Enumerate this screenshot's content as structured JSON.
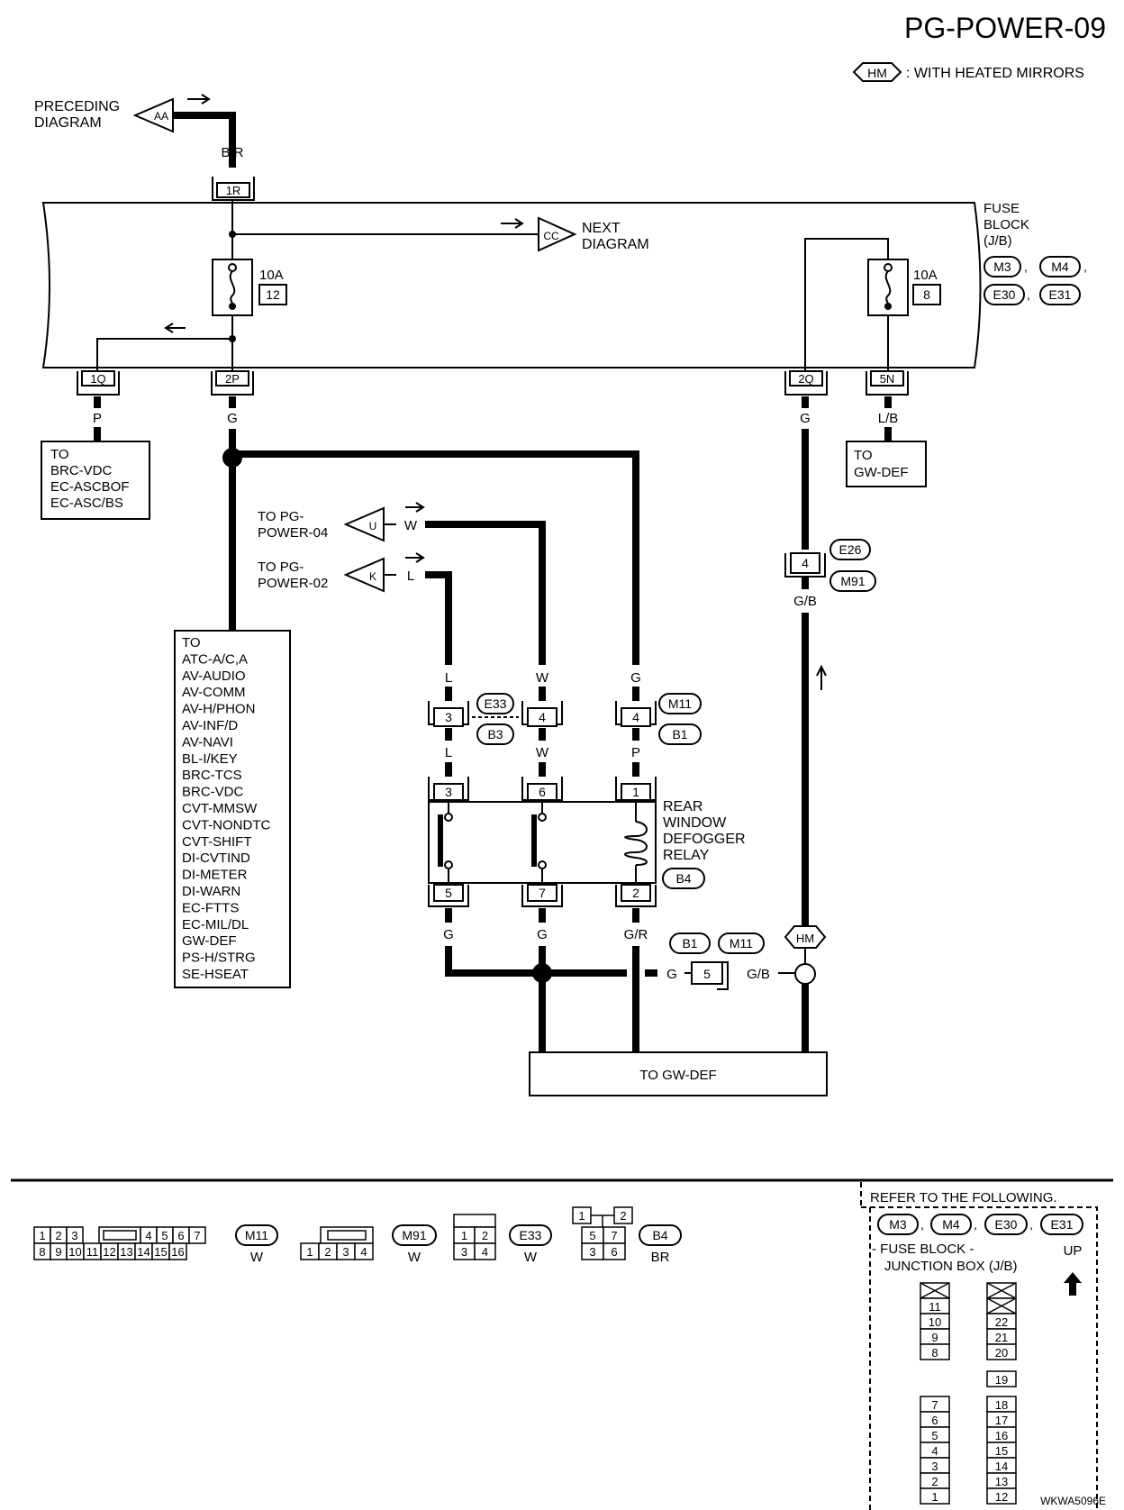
{
  "header": {
    "page_id": "PG-POWER-09",
    "legend_tag": "HM",
    "legend_text": ": WITH HEATED MIRRORS"
  },
  "refs": {
    "preceding_tag": "AA",
    "preceding_line1": "PRECEDING",
    "preceding_line2": "DIAGRAM",
    "next_tag": "CC",
    "next_line1": "NEXT",
    "next_line2": "DIAGRAM",
    "pg04_tag": "U",
    "pg04_line1": "TO PG-",
    "pg04_line2": "POWER-04",
    "pg02_tag": "K",
    "pg02_line1": "TO PG-",
    "pg02_line2": "POWER-02"
  },
  "fuse_block": {
    "title1": "FUSE",
    "title2": "BLOCK",
    "title3": "(J/B)",
    "conn": [
      "M3",
      "M4",
      "E30",
      "E31"
    ],
    "fuse_a_amp": "10A",
    "fuse_a_num": "12",
    "fuse_b_amp": "10A",
    "fuse_b_num": "8",
    "term_1r": "1R",
    "term_1q": "1Q",
    "term_2p": "2P",
    "term_2q": "2Q",
    "term_5n": "5N"
  },
  "wires": {
    "br": "B/R",
    "p": "P",
    "g": "G",
    "lb": "L/B",
    "w": "W",
    "l": "L",
    "gb": "G/B",
    "gr": "G/R"
  },
  "destinations": {
    "brc_list": [
      "TO",
      "BRC-VDC",
      "EC-ASCBOF",
      "EC-ASC/BS"
    ],
    "gwdef_right": [
      "TO",
      "GW-DEF"
    ],
    "big_list": [
      "TO",
      "ATC-A/C,A",
      "AV-AUDIO",
      "AV-COMM",
      "AV-H/PHON",
      "AV-INF/D",
      "AV-NAVI",
      "BL-I/KEY",
      "BRC-TCS",
      "BRC-VDC",
      "CVT-MMSW",
      "CVT-NONDTC",
      "CVT-SHIFT",
      "DI-CVTIND",
      "DI-METER",
      "DI-WARN",
      "EC-FTTS",
      "EC-MIL/DL",
      "GW-DEF",
      "PS-H/STRG",
      "SE-HSEAT"
    ],
    "bottom_box": "TO GW-DEF"
  },
  "connectors": {
    "e26": "E26",
    "m91": "M91",
    "e26_pin": "4",
    "e33": "E33",
    "b3": "B3",
    "e33_pin3": "3",
    "e33_pin4": "4",
    "m11": "M11",
    "b1": "B1",
    "m11_pin4": "4",
    "b1_m11_pin5": "5"
  },
  "relay": {
    "line1": "REAR",
    "line2": "WINDOW",
    "line3": "DEFOGGER",
    "line4": "RELAY",
    "conn": "B4",
    "pins_top": [
      "3",
      "6",
      "1"
    ],
    "pins_bottom": [
      "5",
      "7",
      "2"
    ]
  },
  "connector_views": {
    "m11_row1": [
      "1",
      "2",
      "3",
      "",
      "4",
      "5",
      "6",
      "7"
    ],
    "m11_row2": [
      "8",
      "9",
      "10",
      "11",
      "12",
      "13",
      "14",
      "15",
      "16"
    ],
    "m11_label": "M11",
    "m11_color": "W",
    "m91_row": [
      "1",
      "2",
      "3",
      "4"
    ],
    "m91_label": "M91",
    "m91_color": "W",
    "e33_row1": [
      "1",
      "2"
    ],
    "e33_row2": [
      "3",
      "4"
    ],
    "e33_label": "E33",
    "e33_color": "W",
    "b4_top": [
      "1",
      "2"
    ],
    "b4_row1": [
      "5",
      "7"
    ],
    "b4_row2": [
      "3",
      "6"
    ],
    "b4_label": "B4",
    "b4_color": "BR"
  },
  "refer": {
    "title": "REFER TO THE FOLLOWING.",
    "conn": [
      "M3",
      "M4",
      "E30",
      "E31"
    ],
    "line1": "- FUSE BLOCK -",
    "line2": "JUNCTION BOX (J/B)",
    "up": "UP",
    "left_top": [
      "11",
      "10",
      "9",
      "8"
    ],
    "left_bottom": [
      "7",
      "6",
      "5",
      "4",
      "3",
      "2",
      "1"
    ],
    "right_top": [
      "22",
      "21",
      "20"
    ],
    "right_mid": "19",
    "right_bottom": [
      "18",
      "17",
      "16",
      "15",
      "14",
      "13",
      "12"
    ]
  },
  "footer": {
    "code": "WKWA5096E"
  }
}
